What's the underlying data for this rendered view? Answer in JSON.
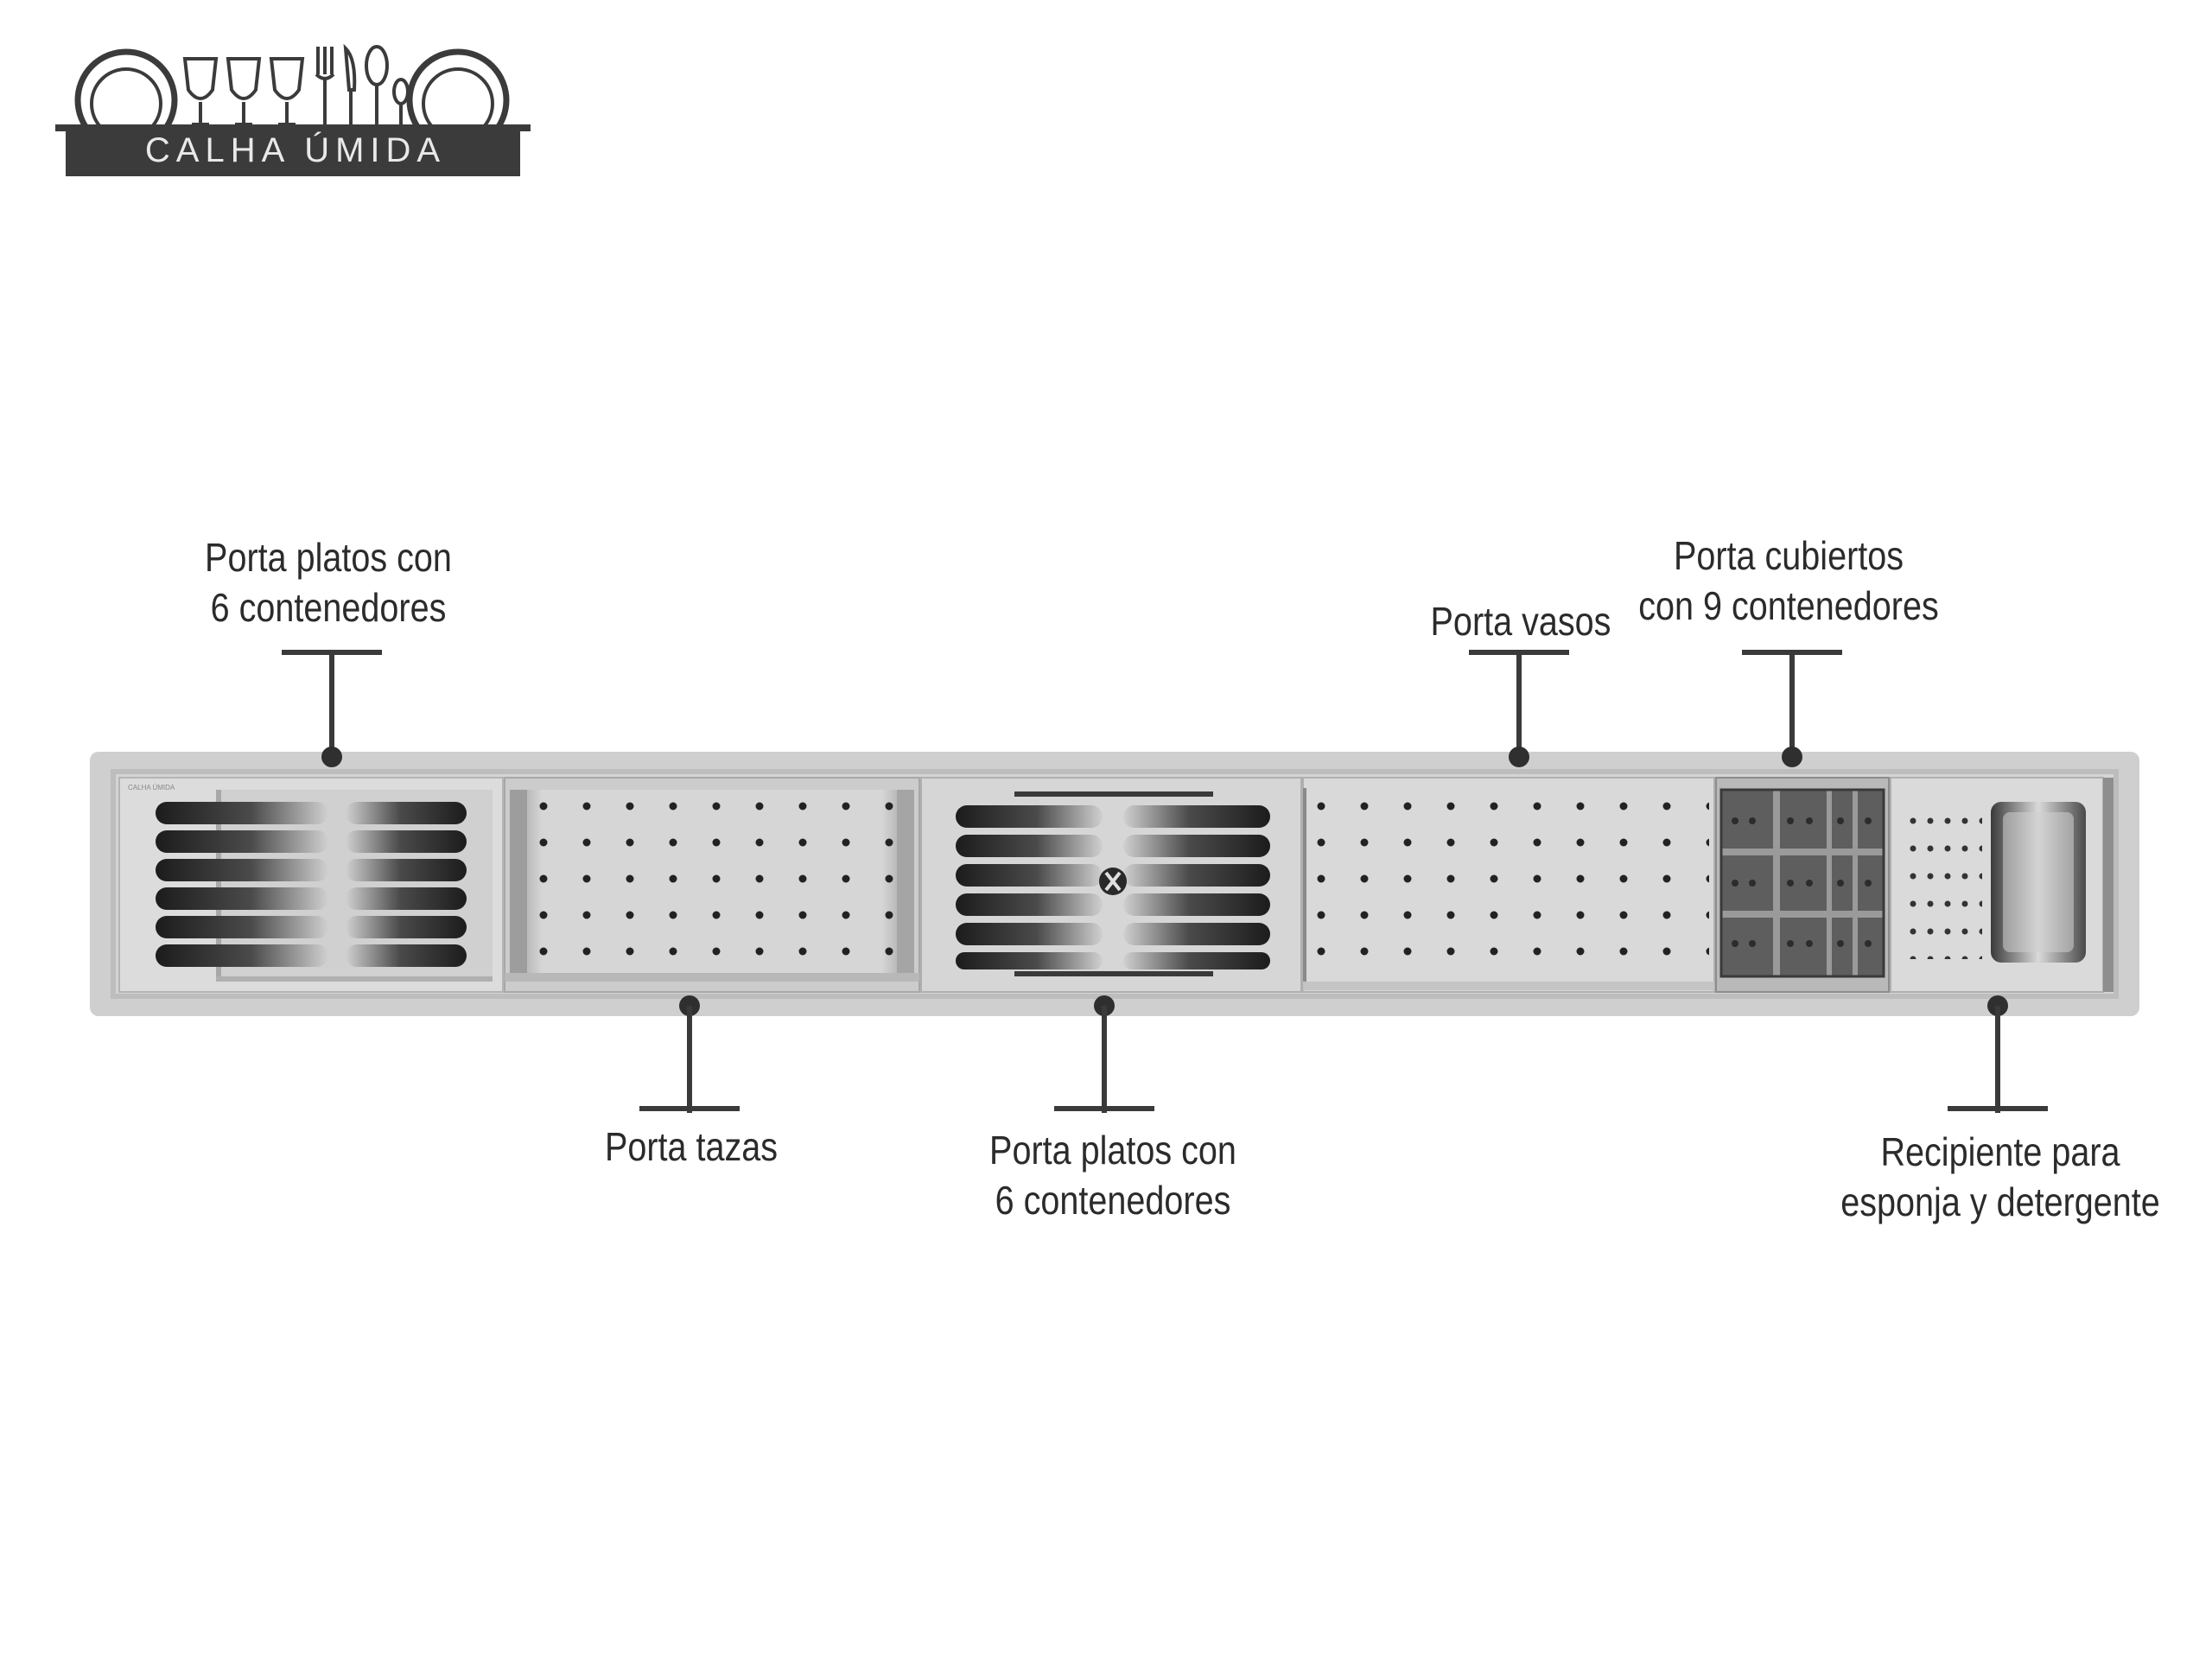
{
  "logo": {
    "brand_text": "CALHA ÚMIDA"
  },
  "product": {
    "modules": [
      {
        "id": "porta-platos-left",
        "label_lines": [
          "Porta platos con",
          "6 contenedores"
        ]
      },
      {
        "id": "porta-tazas",
        "label_lines": [
          "Porta tazas"
        ]
      },
      {
        "id": "porta-platos-center",
        "label_lines": [
          "Porta platos con",
          "6 contenedores"
        ]
      },
      {
        "id": "porta-vasos",
        "label_lines": [
          "Porta vasos"
        ]
      },
      {
        "id": "porta-cubiertos",
        "label_lines": [
          "Porta cubiertos",
          "con 9 contenedores"
        ]
      },
      {
        "id": "recipiente",
        "label_lines": [
          "Recipiente para",
          "esponja y detergente"
        ]
      }
    ],
    "engraving": "CALHA ÚMIDA"
  },
  "colors": {
    "rail_frame": "#cfcfcf",
    "rail_inner": "#bcbcbc",
    "tray": "#dadada",
    "dark_slot": "#2a2a2a",
    "text": "#2b2b2b",
    "leader": "#3a3a3a",
    "logo_bar": "#3b3b3b"
  },
  "icons": [
    "plate-icon",
    "wine-glass-icon",
    "fork-icon",
    "knife-icon",
    "spoon-icon"
  ]
}
